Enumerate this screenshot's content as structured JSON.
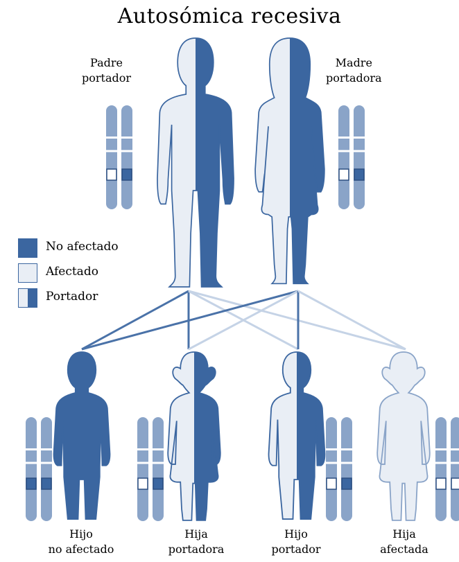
{
  "title": "Autosómica recesiva",
  "parents": {
    "father": {
      "line1": "Padre",
      "line2": "portador"
    },
    "mother": {
      "line1": "Madre",
      "line2": "portadora"
    }
  },
  "legend": [
    {
      "key": "dark",
      "label": "No afectado"
    },
    {
      "key": "light",
      "label": "Afectado"
    },
    {
      "key": "half",
      "label": "Portador"
    }
  ],
  "children": [
    {
      "line1": "Hijo",
      "line2": "no afectado"
    },
    {
      "line1": "Hija",
      "line2": "portadora"
    },
    {
      "line1": "Hijo",
      "line2": "portador"
    },
    {
      "line1": "Hija",
      "line2": "afectada"
    }
  ],
  "colors": {
    "dark": "#3b66a0",
    "light": "#e9eef5",
    "chromosome": "#8aa4c8",
    "line_dark": "#4a72a8",
    "line_light": "#c5d3e6"
  }
}
